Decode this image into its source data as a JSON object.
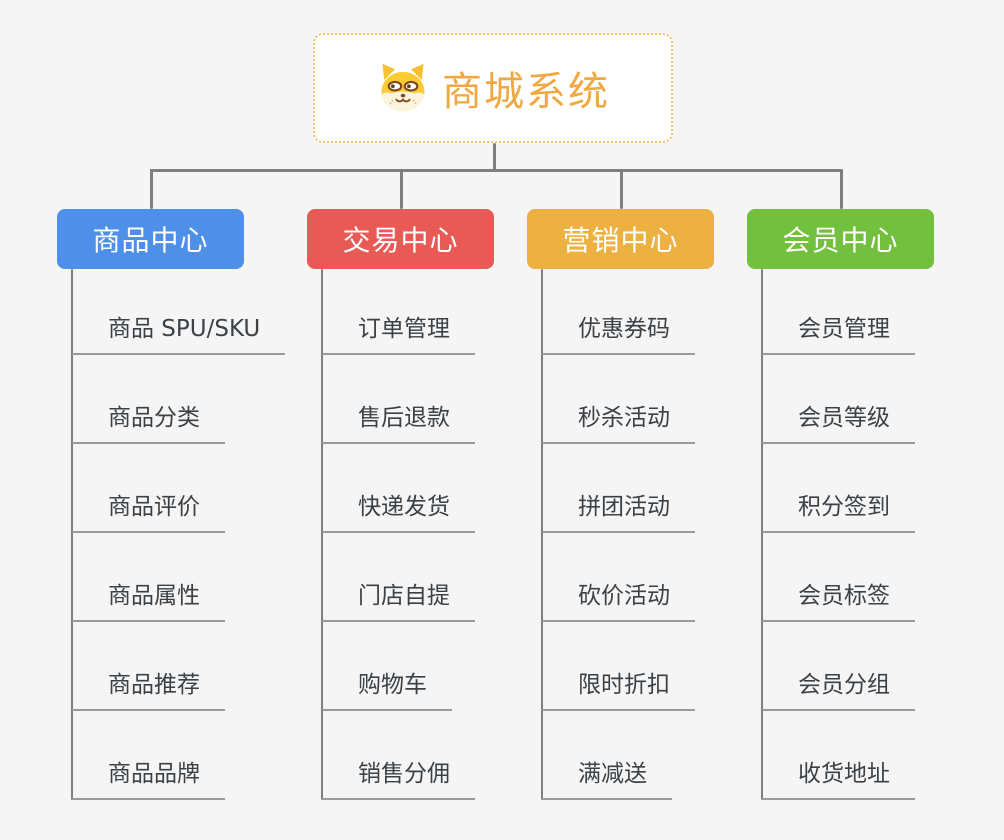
{
  "root": {
    "title": "商城系统",
    "icon": "shiba-dog-icon",
    "title_color": "#F0A842",
    "border_color": "#F5C06B"
  },
  "branches": [
    {
      "label": "商品中心",
      "color": "#4E8FE8",
      "children": [
        "商品 SPU/SKU",
        "商品分类",
        "商品评价",
        "商品属性",
        "商品推荐",
        "商品品牌"
      ]
    },
    {
      "label": "交易中心",
      "color": "#E85A55",
      "children": [
        "订单管理",
        "售后退款",
        "快递发货",
        "门店自提",
        "购物车",
        "销售分佣"
      ]
    },
    {
      "label": "营销中心",
      "color": "#ECB140",
      "children": [
        "优惠券码",
        "秒杀活动",
        "拼团活动",
        "砍价活动",
        "限时折扣",
        "满减送"
      ]
    },
    {
      "label": "会员中心",
      "color": "#72C03E",
      "children": [
        "会员管理",
        "会员等级",
        "积分签到",
        "会员标签",
        "会员分组",
        "收货地址"
      ]
    }
  ],
  "colors": {
    "background": "#F5F5F5",
    "connector": "#7E7E7E",
    "leaf_text": "#3C4146",
    "leaf_underline": "#9A9A9A",
    "header_text": "#FFFFFF"
  }
}
